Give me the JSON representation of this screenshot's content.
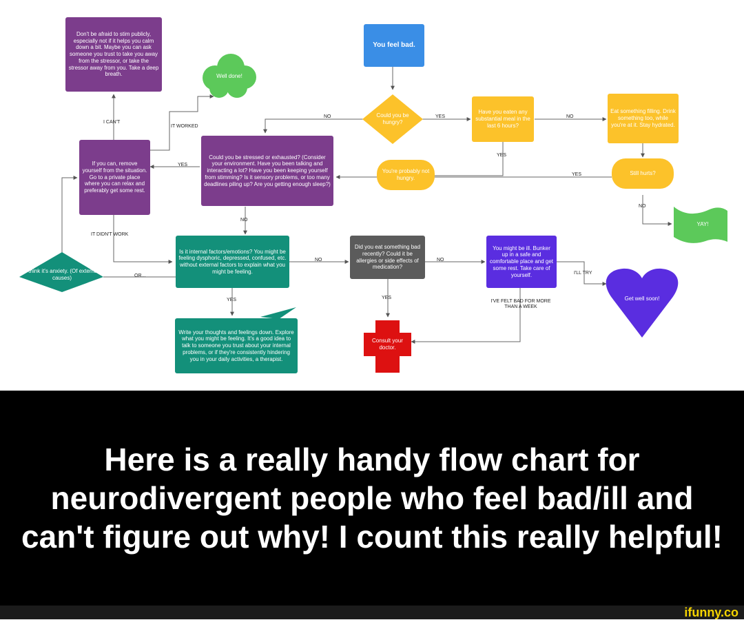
{
  "nodes": {
    "stim_publicly": "Don't be afraid to stim publicly, especially not if it helps you calm down a bit. Maybe you can ask someone you trust to take you away from the stressor, or take the stressor away from you. Take a deep breath.",
    "well_done": "Well done!",
    "you_feel_bad": "You feel bad.",
    "remove_yourself": "If you can, remove yourself from the situation. Go to a private place where you can relax and preferably get some rest.",
    "stressed": "Could you be stressed or exhausted? (Consider your environment. Have you been talking and interacting a lot? Have you been keeping yourself from stimming? Is it sensory problems, or too many deadlines piling up? Are you getting enough sleep?)",
    "hungry": "Could you be hungry?",
    "eaten": "Have you eaten any substantial meal in the last 6 hours?",
    "eat_filling": "Eat something filling. Drink something too, while you're at it. Stay hydrated.",
    "probably_not_hungry": "You're probably not hungry.",
    "still_hurts": "Still hurts?",
    "yay": "YAY!",
    "anxiety": "I think it's anxiety. (Of external causes)",
    "internal": "Is it internal factors/emotions? You might be feeling dysphoric, depressed, confused, etc. without external factors to explain what you might be feeling.",
    "eat_something": "Did you eat something bad recently? Could it be allergies or side effects of medication?",
    "might_be_ill": "You might be ill. Bunker up in a safe and comfortable place and get some rest. Take care of yourself.",
    "get_well": "Get well soon!",
    "write_thoughts": "Write your thoughts and feelings down. Explore what you might be feeling. It's a good idea to talk to someone you trust about your internal problems, or if they're consistently hindering you in your daily activities, a therapist.",
    "consult": "Consult your doctor."
  },
  "edge_labels": {
    "i_cant": "I CAN'T",
    "it_worked": "IT WORKED",
    "no_hungry": "NO",
    "yes_hungry": "YES",
    "no_eaten": "NO",
    "yes_eaten": "YES",
    "yes_stressed": "YES",
    "yes_still": "YES",
    "no_still": "NO",
    "no_stressed": "NO",
    "it_didnt_work": "IT DIDN'T WORK",
    "or": "OR...",
    "no_internal": "NO",
    "no_eat": "NO",
    "yes_internal": "YES",
    "yes_eat": "YES",
    "ill_try": "I'LL TRY",
    "felt_bad": "I'VE FELT BAD FOR MORE THAN A WEEK"
  },
  "caption": "Here is a really handy flow chart for neurodivergent people who feel bad/ill and can't figure out why! I count this really helpful!",
  "watermark": "ifunny.co",
  "colors": {
    "purple": "#7c3d8c",
    "teal": "#13907a",
    "yellow": "#fcc22a",
    "blue": "#3a8ee6",
    "green": "#5cc95a",
    "violet": "#5a2de0",
    "red": "#dd1111",
    "gray": "#5b5b5b"
  }
}
